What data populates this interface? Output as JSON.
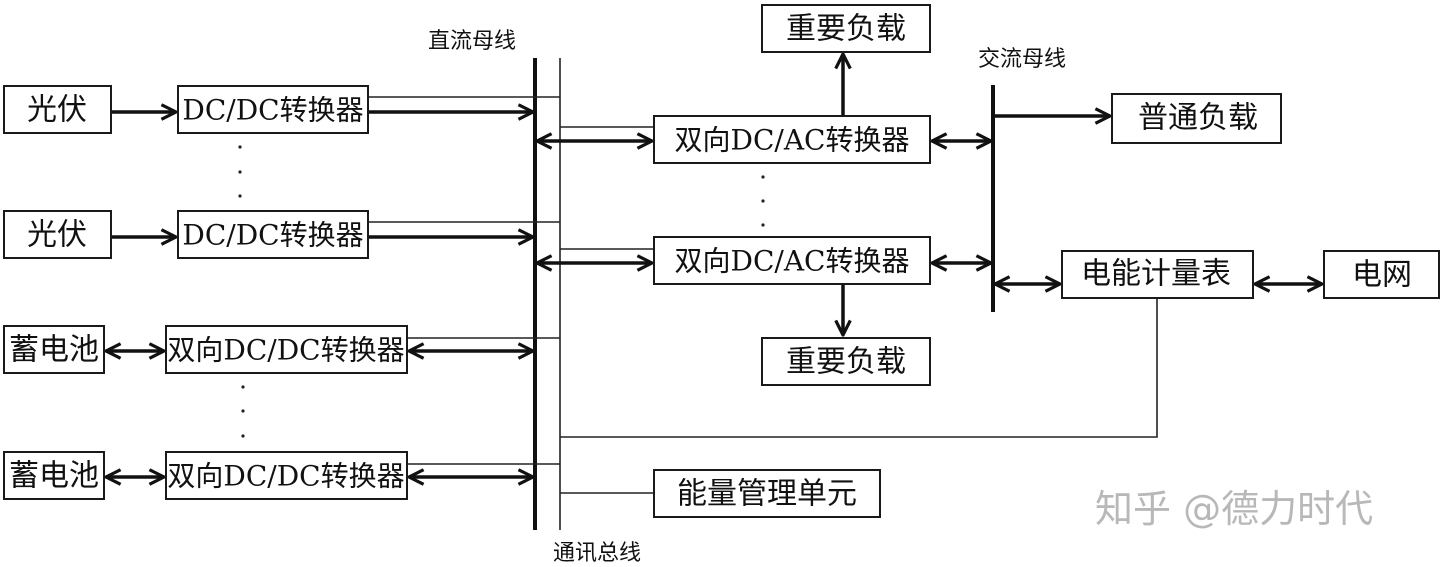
{
  "title": "Hybrid AC/DC microgrid energy storage system structure",
  "buses": {
    "dc_bus": "直流母线",
    "ac_bus": "交流母线",
    "comm_bus": "通讯总线"
  },
  "nodes": {
    "pv_1": "光伏",
    "pv_2": "光伏",
    "dcdc_1": "DC/DC转换器",
    "dcdc_2": "DC/DC转换器",
    "battery_1": "蓄电池",
    "battery_2": "蓄电池",
    "bidir_dcdc_1": "双向DC/DC转换器",
    "bidir_dcdc_2": "双向DC/DC转换器",
    "bidir_dcac_1": "双向DC/AC转换器",
    "bidir_dcac_2": "双向DC/AC转换器",
    "critical_load_1": "重要负载",
    "critical_load_2": "重要负载",
    "normal_load": "普通负载",
    "energy_meter": "电能计量表",
    "grid": "电网",
    "ems": "能量管理单元"
  },
  "ellipsis": "⋮",
  "edges": [
    {
      "from": "pv_1",
      "to": "dcdc_1",
      "direction": "one-way"
    },
    {
      "from": "pv_2",
      "to": "dcdc_2",
      "direction": "one-way"
    },
    {
      "from": "dcdc_1",
      "to": "dc_bus",
      "direction": "one-way"
    },
    {
      "from": "dcdc_2",
      "to": "dc_bus",
      "direction": "one-way"
    },
    {
      "from": "battery_1",
      "to": "bidir_dcdc_1",
      "direction": "two-way"
    },
    {
      "from": "battery_2",
      "to": "bidir_dcdc_2",
      "direction": "two-way"
    },
    {
      "from": "bidir_dcdc_1",
      "to": "dc_bus",
      "direction": "two-way"
    },
    {
      "from": "bidir_dcdc_2",
      "to": "dc_bus",
      "direction": "two-way"
    },
    {
      "from": "dc_bus",
      "to": "bidir_dcac_1",
      "direction": "two-way"
    },
    {
      "from": "dc_bus",
      "to": "bidir_dcac_2",
      "direction": "two-way"
    },
    {
      "from": "bidir_dcac_1",
      "to": "critical_load_1",
      "direction": "one-way"
    },
    {
      "from": "bidir_dcac_2",
      "to": "critical_load_2",
      "direction": "one-way"
    },
    {
      "from": "bidir_dcac_1",
      "to": "ac_bus",
      "direction": "two-way"
    },
    {
      "from": "bidir_dcac_2",
      "to": "ac_bus",
      "direction": "two-way"
    },
    {
      "from": "ac_bus",
      "to": "normal_load",
      "direction": "one-way"
    },
    {
      "from": "ac_bus",
      "to": "energy_meter",
      "direction": "two-way"
    },
    {
      "from": "energy_meter",
      "to": "grid",
      "direction": "two-way"
    },
    {
      "from": "comm_bus",
      "to": "ems",
      "direction": "signal"
    },
    {
      "from": "comm_bus",
      "to": "energy_meter",
      "direction": "signal"
    }
  ],
  "watermark": "知乎 @德力时代"
}
